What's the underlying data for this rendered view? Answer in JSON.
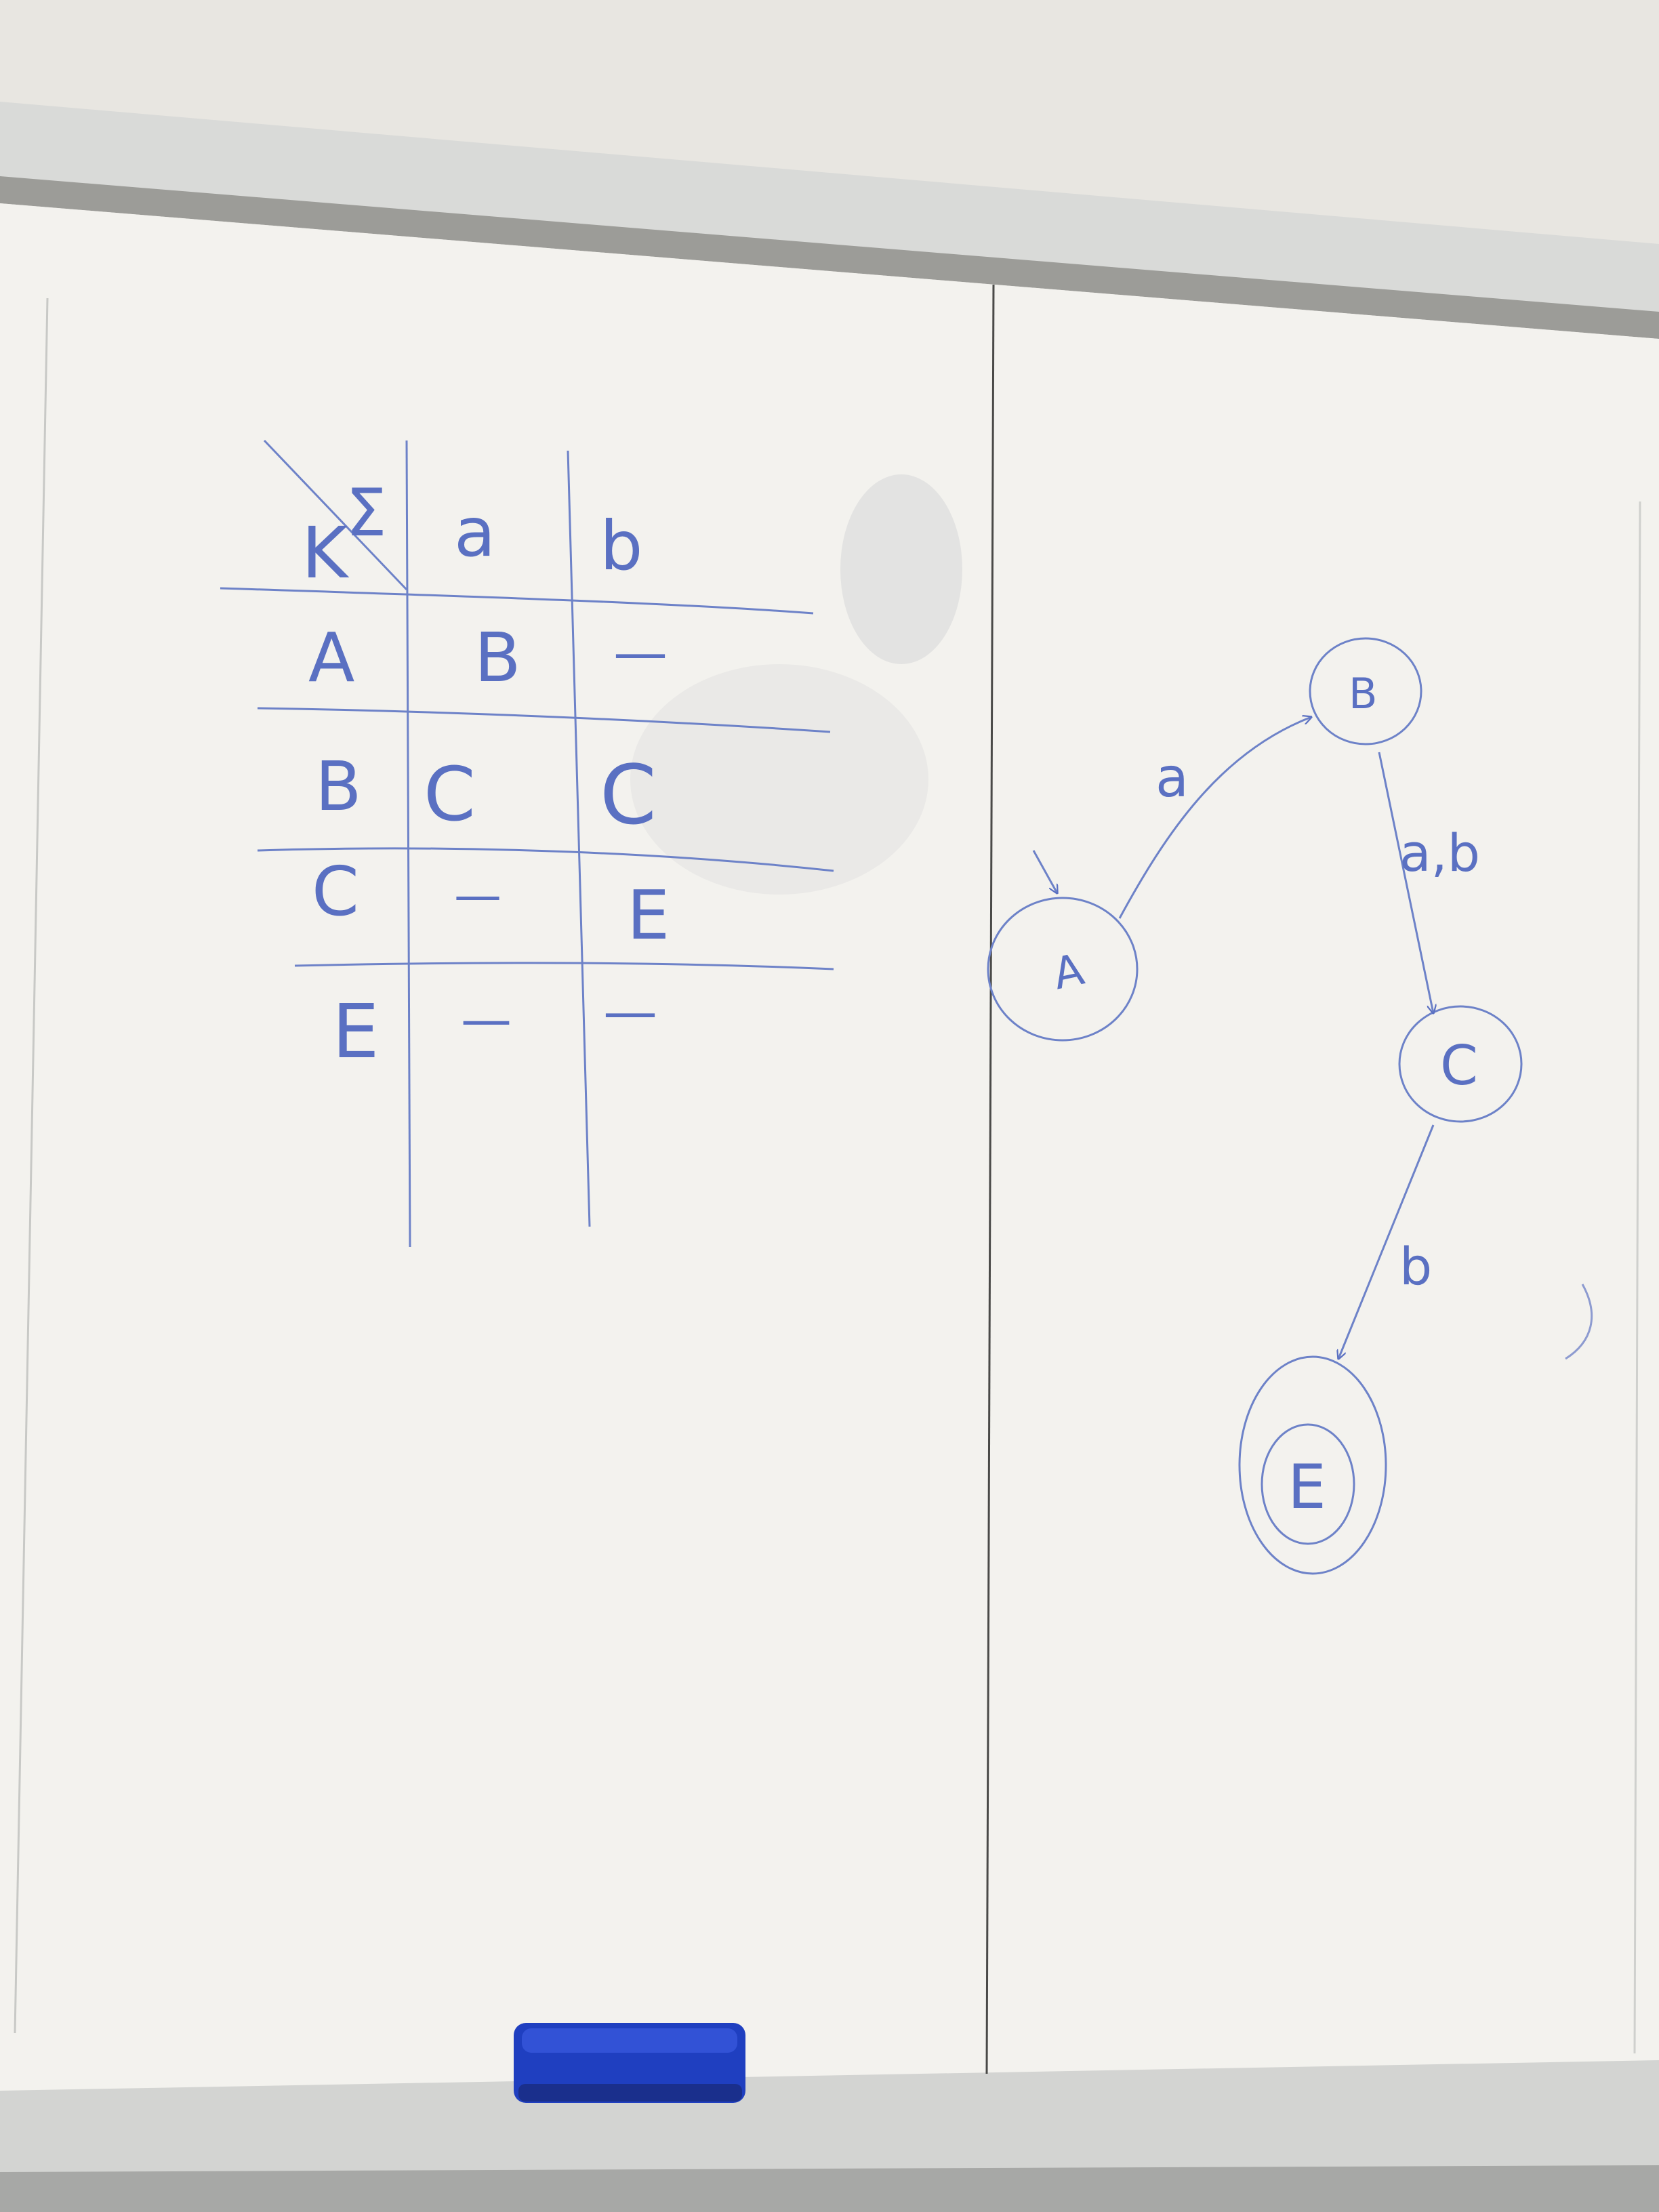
{
  "colors": {
    "wall": "#e9e7e3",
    "board": "#f2f1ec",
    "frame": "#d7d8d6",
    "ink": "#5a70c2",
    "eraser": "#1f3fc0"
  },
  "table": {
    "corner_state_label": "K",
    "corner_alphabet_label": "Σ",
    "columns": [
      "a",
      "b"
    ],
    "rows": [
      {
        "state": "A",
        "cells": [
          "B",
          "—"
        ]
      },
      {
        "state": "B",
        "cells": [
          "C",
          "C"
        ]
      },
      {
        "state": "C",
        "cells": [
          "—",
          "E"
        ]
      },
      {
        "state": "E",
        "cells": [
          "—",
          "—"
        ]
      }
    ]
  },
  "automaton": {
    "states": [
      {
        "id": "A",
        "label": "A",
        "start": true,
        "accepting": false
      },
      {
        "id": "B",
        "label": "B",
        "start": false,
        "accepting": false
      },
      {
        "id": "C",
        "label": "C",
        "start": false,
        "accepting": false
      },
      {
        "id": "E",
        "label": "E",
        "start": false,
        "accepting": true
      }
    ],
    "transitions": [
      {
        "from": "A",
        "to": "B",
        "label": "a"
      },
      {
        "from": "B",
        "to": "C",
        "label": "a,b"
      },
      {
        "from": "C",
        "to": "E",
        "label": "b"
      }
    ]
  }
}
